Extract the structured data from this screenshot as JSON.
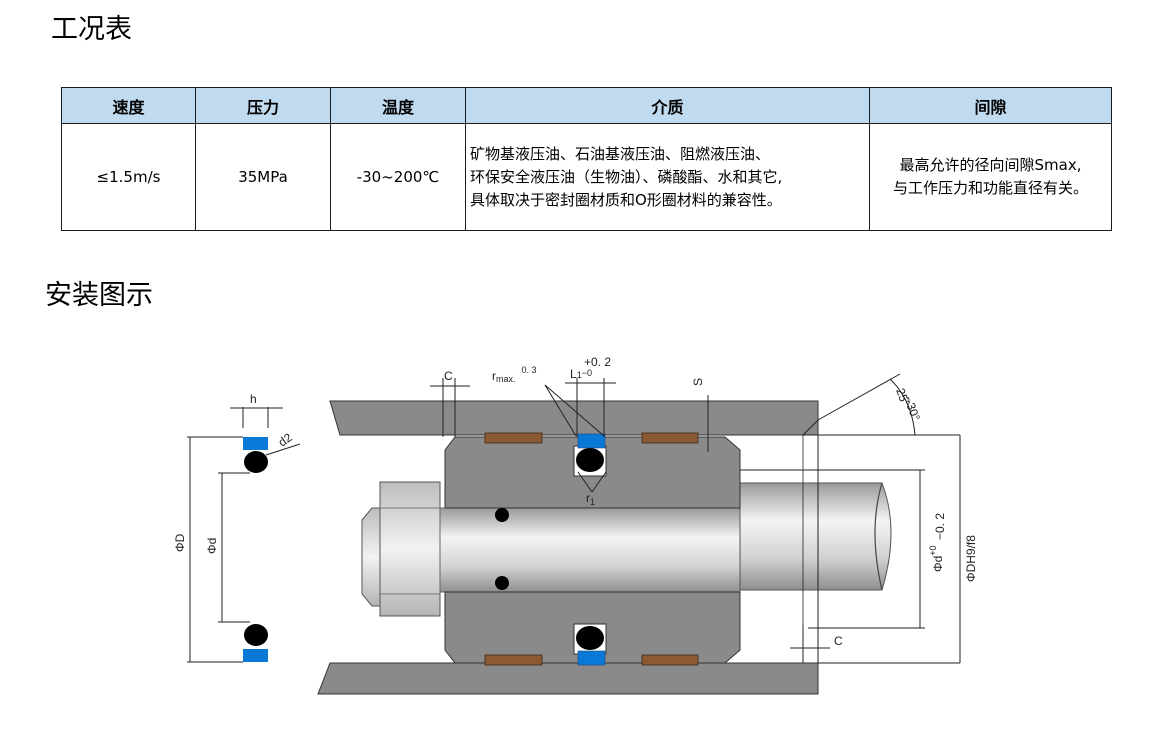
{
  "section1": {
    "title": "工况表"
  },
  "table": {
    "headers": [
      "速度",
      "压力",
      "温度",
      "介质",
      "间隙"
    ],
    "row": {
      "speed": "≤1.5m/s",
      "pressure": "35MPa",
      "temperature": "-30~200℃",
      "medium_lines": [
        "矿物基液压油、石油基液压油、阻燃液压油、",
        "环保安全液压油（生物油）、磷酸酯、水和其它,",
        "具体取决于密封圈材质和O形圈材料的兼容性。"
      ],
      "gap_lines": [
        "最高允许的径向间隙Smax,",
        "与工作压力和功能直径有关。"
      ]
    }
  },
  "section2": {
    "title": "安装图示"
  },
  "diagram": {
    "labels": {
      "h": "h",
      "d2": "d2",
      "phiD": "ΦD",
      "phid": "Φd",
      "C_top": "C",
      "rmax": "r",
      "rmax_sub": "max.",
      "rmax_val": "0. 3",
      "L1": "L",
      "L1_sub": "1",
      "L1_tol_upper": "+0. 2",
      "L1_tol_lower": "−0",
      "S": "S",
      "r1": "r",
      "r1_sub": "1",
      "angle_25": "25°",
      "angle_30": "~30°",
      "phid_tol": "Φd",
      "phid_tol_upper": "+0",
      "phid_tol_lower": "−0. 2",
      "phiDH9": "ΦDH9/f8",
      "C_bottom": "C"
    },
    "colors": {
      "housing": "#8a8a8a",
      "ring_blue": "#0a78d6",
      "guide_brown": "#8b5a32",
      "oring": "#000000"
    }
  }
}
